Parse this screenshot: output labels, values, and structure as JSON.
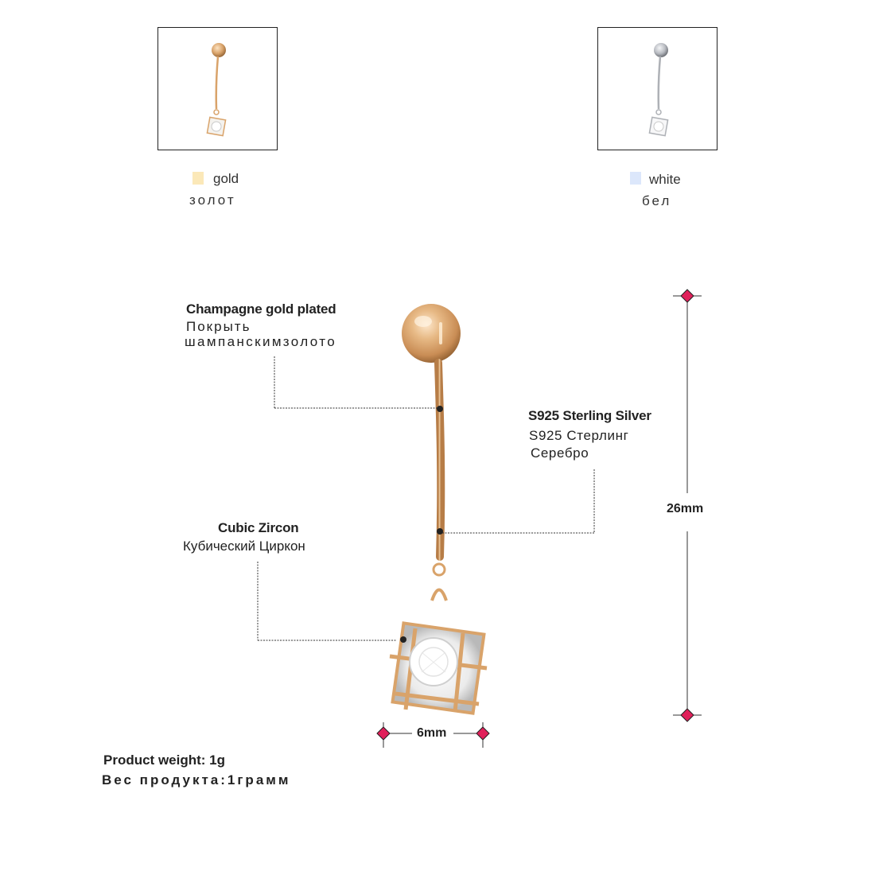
{
  "variants": [
    {
      "name": "gold",
      "name_ru": "золот",
      "chip_color": "#fbe8b8",
      "metal_color": "#d9a36a"
    },
    {
      "name": "white",
      "name_ru": "бел",
      "chip_color": "#dce7fb",
      "metal_color": "#b9bcc2"
    }
  ],
  "callouts": {
    "plating": {
      "en": "Champagne gold plated",
      "ru_line1": "Покрыть",
      "ru_line2": "шампанскимзолото"
    },
    "material": {
      "en": "S925 Sterling Silver",
      "ru_line1": "S925 Стерлинг",
      "ru_line2": "Серебро"
    },
    "stone": {
      "en": "Cubic Zircon",
      "ru": "Кубический Циркон"
    }
  },
  "dimensions": {
    "length": "26mm",
    "width": "6mm"
  },
  "weight": {
    "en": "Product weight: 1g",
    "ru": "Вес продукта:1грамм"
  },
  "colors": {
    "metal": "#d9a36a",
    "marker": "#e0205a",
    "line": "#333333"
  },
  "icons": [
    "diamond-marker-icon",
    "ball-icon",
    "zircon-cube-icon"
  ]
}
